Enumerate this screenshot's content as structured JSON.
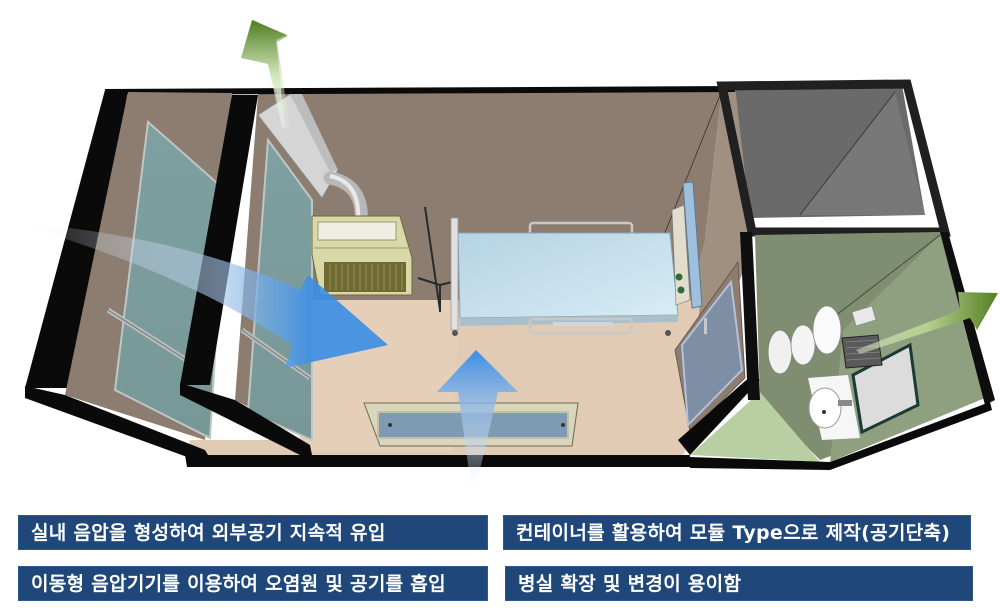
{
  "diagram": {
    "subject": "modular container negative-pressure isolation room",
    "components": [
      {
        "name": "exterior-double-doors",
        "label": ""
      },
      {
        "name": "portable-negative-pressure-unit",
        "label": ""
      },
      {
        "name": "exhaust-duct",
        "label": ""
      },
      {
        "name": "iv-pole",
        "label": ""
      },
      {
        "name": "hospital-bed",
        "label": ""
      },
      {
        "name": "medical-gas-headwall",
        "label": ""
      },
      {
        "name": "interior-door",
        "label": ""
      },
      {
        "name": "floor-air-inlet-grille",
        "label": ""
      },
      {
        "name": "anteroom",
        "label": ""
      },
      {
        "name": "bathroom",
        "label": ""
      },
      {
        "name": "toilet",
        "label": ""
      },
      {
        "name": "washbasin",
        "label": ""
      },
      {
        "name": "mirror",
        "label": ""
      },
      {
        "name": "bathroom-exhaust-vent",
        "label": ""
      }
    ],
    "airflow_arrows": [
      {
        "name": "intake-arrow-left",
        "color": "#3a8ee6",
        "direction": "inward"
      },
      {
        "name": "intake-arrow-bottom",
        "color": "#3a8ee6",
        "direction": "inward"
      },
      {
        "name": "exhaust-arrow-top",
        "color": "#5c8a2a",
        "direction": "outward"
      },
      {
        "name": "exhaust-arrow-right",
        "color": "#5c8a2a",
        "direction": "outward"
      }
    ],
    "colors": {
      "caption_bg": "#1f477a",
      "caption_text": "#ffffff",
      "wall": "#8c7d70",
      "floor": "#e2cbb4",
      "frame": "#0a0a0a",
      "glass": "#7c9c9c",
      "bathroom_wall": "#7f8e70",
      "bathroom_floor": "#b7cfa2",
      "anteroom": "#6a6a6a",
      "bed": "#c6e0ec"
    }
  },
  "captions": [
    {
      "text": "실내 음압을 형성하여 외부공기 지속적 유입"
    },
    {
      "text": "이동형 음압기기를 이용하여 오염원 및 공기를 흡입"
    },
    {
      "text": "컨테이너를 활용하여 모듈 Type으로 제작(공기단축)"
    },
    {
      "text": "병실 확장 및 변경이 용이함"
    }
  ]
}
